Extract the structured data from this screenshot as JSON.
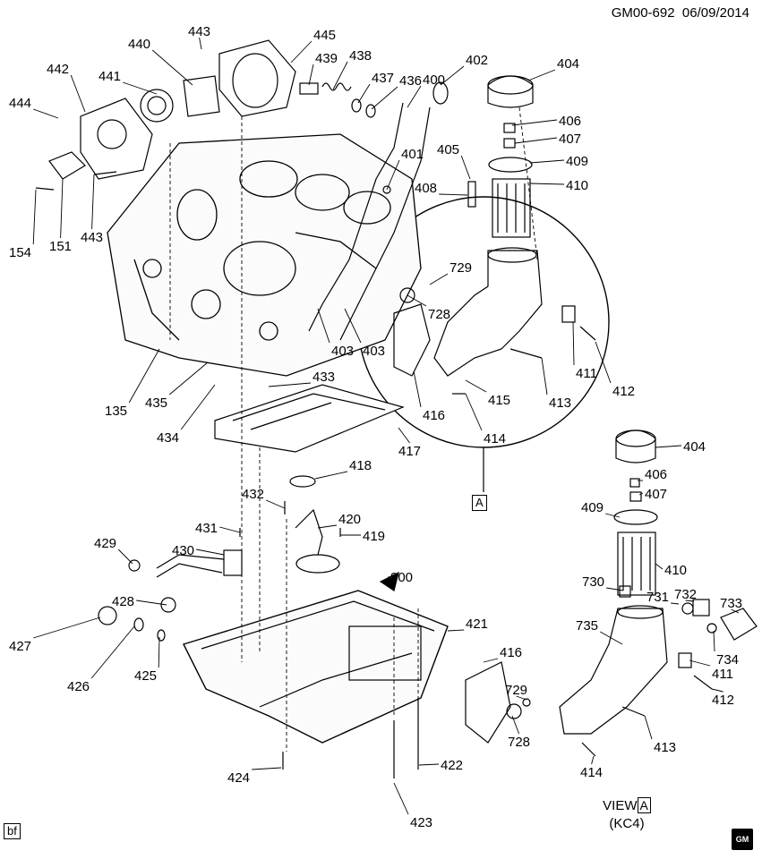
{
  "header": {
    "code": "GM00-692",
    "date": "06/09/2014"
  },
  "labels": [
    {
      "id": "443a",
      "text": "443"
    },
    {
      "id": "445",
      "text": "445"
    },
    {
      "id": "440",
      "text": "440"
    },
    {
      "id": "439",
      "text": "439"
    },
    {
      "id": "438",
      "text": "438"
    },
    {
      "id": "437",
      "text": "437"
    },
    {
      "id": "436",
      "text": "436"
    },
    {
      "id": "400",
      "text": "400"
    },
    {
      "id": "402",
      "text": "402"
    },
    {
      "id": "404a",
      "text": "404"
    },
    {
      "id": "442",
      "text": "442"
    },
    {
      "id": "441",
      "text": "441"
    },
    {
      "id": "444",
      "text": "444"
    },
    {
      "id": "406a",
      "text": "406"
    },
    {
      "id": "407a",
      "text": "407"
    },
    {
      "id": "405",
      "text": "405"
    },
    {
      "id": "409a",
      "text": "409"
    },
    {
      "id": "401",
      "text": "401"
    },
    {
      "id": "408",
      "text": "408"
    },
    {
      "id": "410a",
      "text": "410"
    },
    {
      "id": "154",
      "text": "154"
    },
    {
      "id": "151",
      "text": "151"
    },
    {
      "id": "443b",
      "text": "443"
    },
    {
      "id": "729a",
      "text": "729"
    },
    {
      "id": "728a",
      "text": "728"
    },
    {
      "id": "403a",
      "text": "403"
    },
    {
      "id": "403b",
      "text": "403"
    },
    {
      "id": "411a",
      "text": "411"
    },
    {
      "id": "412a",
      "text": "412"
    },
    {
      "id": "413a",
      "text": "413"
    },
    {
      "id": "415",
      "text": "415"
    },
    {
      "id": "416a",
      "text": "416"
    },
    {
      "id": "414a",
      "text": "414"
    },
    {
      "id": "135",
      "text": "135"
    },
    {
      "id": "435",
      "text": "435"
    },
    {
      "id": "433",
      "text": "433"
    },
    {
      "id": "434",
      "text": "434"
    },
    {
      "id": "417",
      "text": "417"
    },
    {
      "id": "418",
      "text": "418"
    },
    {
      "id": "404b",
      "text": "404"
    },
    {
      "id": "406b",
      "text": "406"
    },
    {
      "id": "407b",
      "text": "407"
    },
    {
      "id": "409b",
      "text": "409"
    },
    {
      "id": "432",
      "text": "432"
    },
    {
      "id": "420",
      "text": "420"
    },
    {
      "id": "431",
      "text": "431"
    },
    {
      "id": "419",
      "text": "419"
    },
    {
      "id": "429",
      "text": "429"
    },
    {
      "id": "430",
      "text": "430"
    },
    {
      "id": "410b",
      "text": "410"
    },
    {
      "id": "900",
      "text": "900"
    },
    {
      "id": "730",
      "text": "730"
    },
    {
      "id": "731",
      "text": "731"
    },
    {
      "id": "732",
      "text": "732"
    },
    {
      "id": "733",
      "text": "733"
    },
    {
      "id": "428",
      "text": "428"
    },
    {
      "id": "421",
      "text": "421"
    },
    {
      "id": "735",
      "text": "735"
    },
    {
      "id": "427",
      "text": "427"
    },
    {
      "id": "426",
      "text": "426"
    },
    {
      "id": "425",
      "text": "425"
    },
    {
      "id": "734",
      "text": "734"
    },
    {
      "id": "411b",
      "text": "411"
    },
    {
      "id": "416b",
      "text": "416"
    },
    {
      "id": "412b",
      "text": "412"
    },
    {
      "id": "729b",
      "text": "729"
    },
    {
      "id": "413b",
      "text": "413"
    },
    {
      "id": "728b",
      "text": "728"
    },
    {
      "id": "422",
      "text": "422"
    },
    {
      "id": "424",
      "text": "424"
    },
    {
      "id": "414b",
      "text": "414"
    },
    {
      "id": "423",
      "text": "423"
    }
  ],
  "view_marker": "A",
  "view": {
    "prefix": "VIEW",
    "letter": "A",
    "sub": "(KC4)"
  },
  "corner_tag": "bf",
  "gm_logo": "GM"
}
